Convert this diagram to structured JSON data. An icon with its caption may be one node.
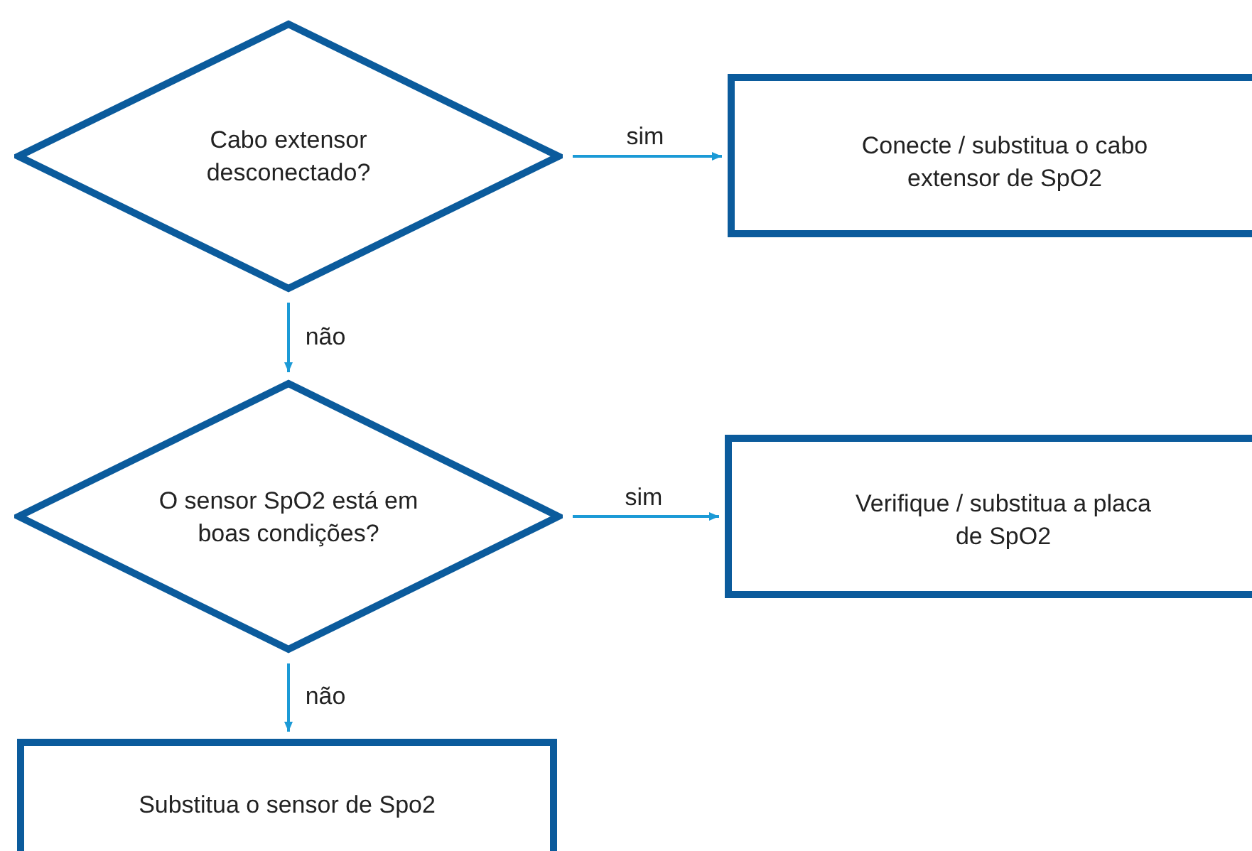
{
  "diagram": {
    "nodes": [
      {
        "text": [
          "Cabo extensor desconectado?"
        ]
      },
      {
        "text": [
          "Conecte / substitua o cabo extensor de SpO2"
        ]
      },
      {
        "text": [
          "O sensor SpO2 está em boas condições?"
        ]
      },
      {
        "text": [
          "Verifique / substitua a placa de SpO2"
        ]
      },
      {
        "text": [
          "Substitua o sensor de Spo2"
        ]
      }
    ],
    "edges": [
      {
        "from": 0,
        "to": 1,
        "arrow": "to",
        "label": "sim"
      },
      {
        "from": 0,
        "to": 2,
        "arrow": "to",
        "label": "não"
      },
      {
        "from": 2,
        "to": 3,
        "arrow": "to",
        "label": "sim"
      },
      {
        "from": 2,
        "to": 4,
        "arrow": "to",
        "label": "não"
      }
    ]
  }
}
